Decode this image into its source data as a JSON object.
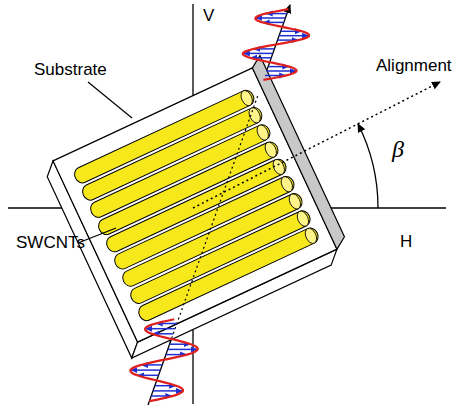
{
  "diagram": {
    "labels": [
      "V",
      "H",
      "Alignment",
      "β",
      "Substrate",
      "SWCNTs"
    ]
  }
}
